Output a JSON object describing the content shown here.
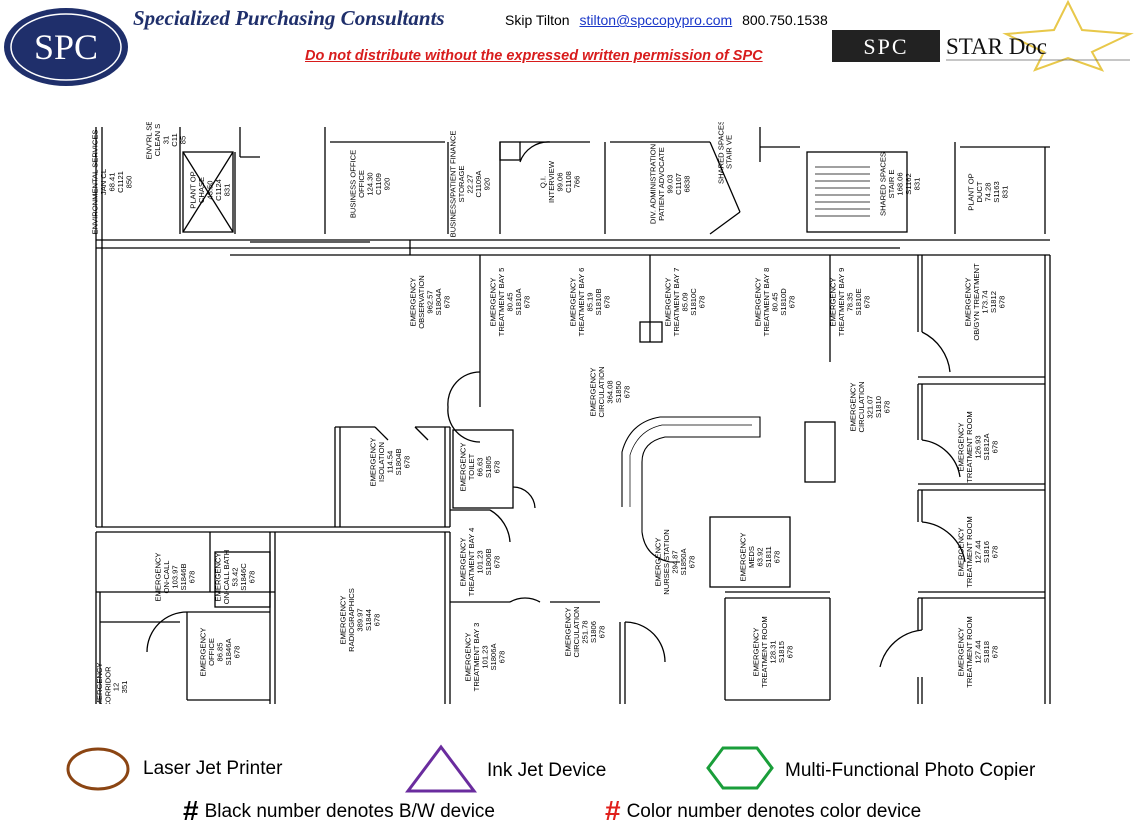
{
  "header": {
    "logo_text": "SPC",
    "company": "Specialized Purchasing Consultants",
    "contact_name": "Skip Tilton",
    "contact_email": "stilton@spccopypro.com",
    "contact_phone": "800.750.1538",
    "warning": "Do not distribute without the expressed written permission of SPC",
    "stardoc_logo": "SPC",
    "stardoc_title": "STAR Doc",
    "colors": {
      "navy": "#1f2f6b",
      "red": "#d81c1c",
      "gold": "#e8c84a"
    }
  },
  "rooms": [
    {
      "id": "env",
      "lines": [
        "ENVIRONMENTAL SERVICES",
        "JAN CL",
        "68.41",
        "C1121",
        "850"
      ]
    },
    {
      "id": "envml",
      "lines": [
        "ENV'RL SE",
        "CLEAN S",
        "31",
        "C11",
        "85"
      ]
    },
    {
      "id": "chase",
      "lines": [
        "PLANT OP",
        "CHASE",
        "43.50",
        "C1124",
        "831"
      ]
    },
    {
      "id": "bizoff",
      "lines": [
        "BUSINESS OFFICE",
        "OFFICE",
        "124.30",
        "C1109",
        "920"
      ]
    },
    {
      "id": "storage",
      "lines": [
        "BUSINESS/PATIENT FINANCE",
        "STORAGE",
        "22.27",
        "C1109A",
        "920"
      ]
    },
    {
      "id": "qi",
      "lines": [
        "Q.I.",
        "INTERVIEW",
        "99.06",
        "C1108",
        "766"
      ]
    },
    {
      "id": "advocate",
      "lines": [
        "DIV. ADMINISTRATION",
        "PATIENT ADVOCATE",
        "99.03",
        "C1107",
        "6838"
      ]
    },
    {
      "id": "stairve",
      "lines": [
        "SHARED SPACES",
        "STAIR VE"
      ]
    },
    {
      "id": "staire",
      "lines": [
        "SHARED SPACES",
        "STAIR E",
        "168.06",
        "S1162",
        "831"
      ]
    },
    {
      "id": "duct",
      "lines": [
        "PLANT OP",
        "DUCT",
        "74.28",
        "S1163",
        "831"
      ]
    },
    {
      "id": "obs",
      "lines": [
        "EMERGENCY",
        "OBSERVATION",
        "962.57",
        "S1804A",
        "678"
      ]
    },
    {
      "id": "bay5",
      "lines": [
        "EMERGENCY",
        "TREATMENT BAY 5",
        "80.45",
        "S1810A",
        "678"
      ]
    },
    {
      "id": "bay6",
      "lines": [
        "EMERGENCY",
        "TREATMENT BAY 6",
        "85.19",
        "S1810B",
        "678"
      ]
    },
    {
      "id": "bay7",
      "lines": [
        "EMERGENCY",
        "TREATMENT BAY 7",
        "85.09",
        "S1810C",
        "678"
      ]
    },
    {
      "id": "bay8",
      "lines": [
        "EMERGENCY",
        "TREATMENT BAY 8",
        "80.45",
        "S1810D",
        "678"
      ]
    },
    {
      "id": "bay9",
      "lines": [
        "EMERGENCY",
        "TREATMENT BAY 9",
        "78.35",
        "S1810E",
        "678"
      ]
    },
    {
      "id": "obgyn",
      "lines": [
        "EMERGENCY",
        "OB/GYN TREATMENT",
        "173.74",
        "S1812",
        "678"
      ]
    },
    {
      "id": "circ1",
      "lines": [
        "EMERGENCY",
        "CIRCULATION",
        "364.08",
        "S1850",
        "678"
      ]
    },
    {
      "id": "circ2",
      "lines": [
        "EMERGENCY",
        "CIRCULATION",
        "321.07",
        "S1810",
        "678"
      ]
    },
    {
      "id": "tr12a",
      "lines": [
        "EMERGENCY",
        "TREATMENT ROOM",
        "126.93",
        "S1812A",
        "678"
      ]
    },
    {
      "id": "isolation",
      "lines": [
        "EMERGENCY",
        "ISOLATION",
        "114.54",
        "S1804B",
        "678"
      ]
    },
    {
      "id": "toilet",
      "lines": [
        "EMERGENCY",
        "TOILET",
        "66.63",
        "S1805",
        "678"
      ]
    },
    {
      "id": "oncall",
      "lines": [
        "EMERGENCY",
        "ON-CALL",
        "103.97",
        "S1846B",
        "678"
      ]
    },
    {
      "id": "oncallbath",
      "lines": [
        "EMERGENCY",
        "ON-CALL BATH",
        "53.42",
        "S1846C",
        "678"
      ]
    },
    {
      "id": "bay4",
      "lines": [
        "EMERGENCY",
        "TREATMENT BAY 4",
        "101.23",
        "S1806B",
        "678"
      ]
    },
    {
      "id": "nurses",
      "lines": [
        "EMERGENCY",
        "NURSES STATION",
        "294.87",
        "S1850A",
        "678"
      ]
    },
    {
      "id": "meds",
      "lines": [
        "EMERGENCY",
        "MEDS",
        "63.92",
        "S1811",
        "678"
      ]
    },
    {
      "id": "tr16",
      "lines": [
        "EMERGENCY",
        "TREATMENT ROOM",
        "127.44",
        "S1816",
        "678"
      ]
    },
    {
      "id": "radio",
      "lines": [
        "EMERGENCY",
        "RADIOGRAPHICS",
        "389.97",
        "S1844",
        "678"
      ]
    },
    {
      "id": "office",
      "lines": [
        "EMERGENCY",
        "OFFICE",
        "86.85",
        "S1846A",
        "678"
      ]
    },
    {
      "id": "bay3",
      "lines": [
        "EMERGENCY",
        "TREATMENT BAY 3",
        "101.23",
        "S1806A",
        "678"
      ]
    },
    {
      "id": "circ3",
      "lines": [
        "EMERGENCY",
        "CIRCULATION",
        "251.78",
        "S1806",
        "678"
      ]
    },
    {
      "id": "tr15",
      "lines": [
        "EMERGENCY",
        "TREATMENT ROOM",
        "128.31",
        "S1815",
        "678"
      ]
    },
    {
      "id": "tr18",
      "lines": [
        "EMERGENCY",
        "TREATMENT ROOM",
        "127.44",
        "S1818",
        "678"
      ]
    },
    {
      "id": "corr",
      "lines": [
        "EMERGENCY",
        "CORRIDOR",
        "12",
        "351"
      ]
    }
  ],
  "legend": {
    "laser": "Laser Jet Printer",
    "inkjet": "Ink Jet Device",
    "mfp": "Multi-Functional Photo Copier",
    "hash": "#",
    "bw_note": "Black number denotes B/W device",
    "color_note": "Color number denotes color device",
    "colors": {
      "laser": "#8b4513",
      "inkjet": "#6a2c9e",
      "mfp": "#1a9e3a",
      "red_hash": "#e0201c"
    }
  }
}
